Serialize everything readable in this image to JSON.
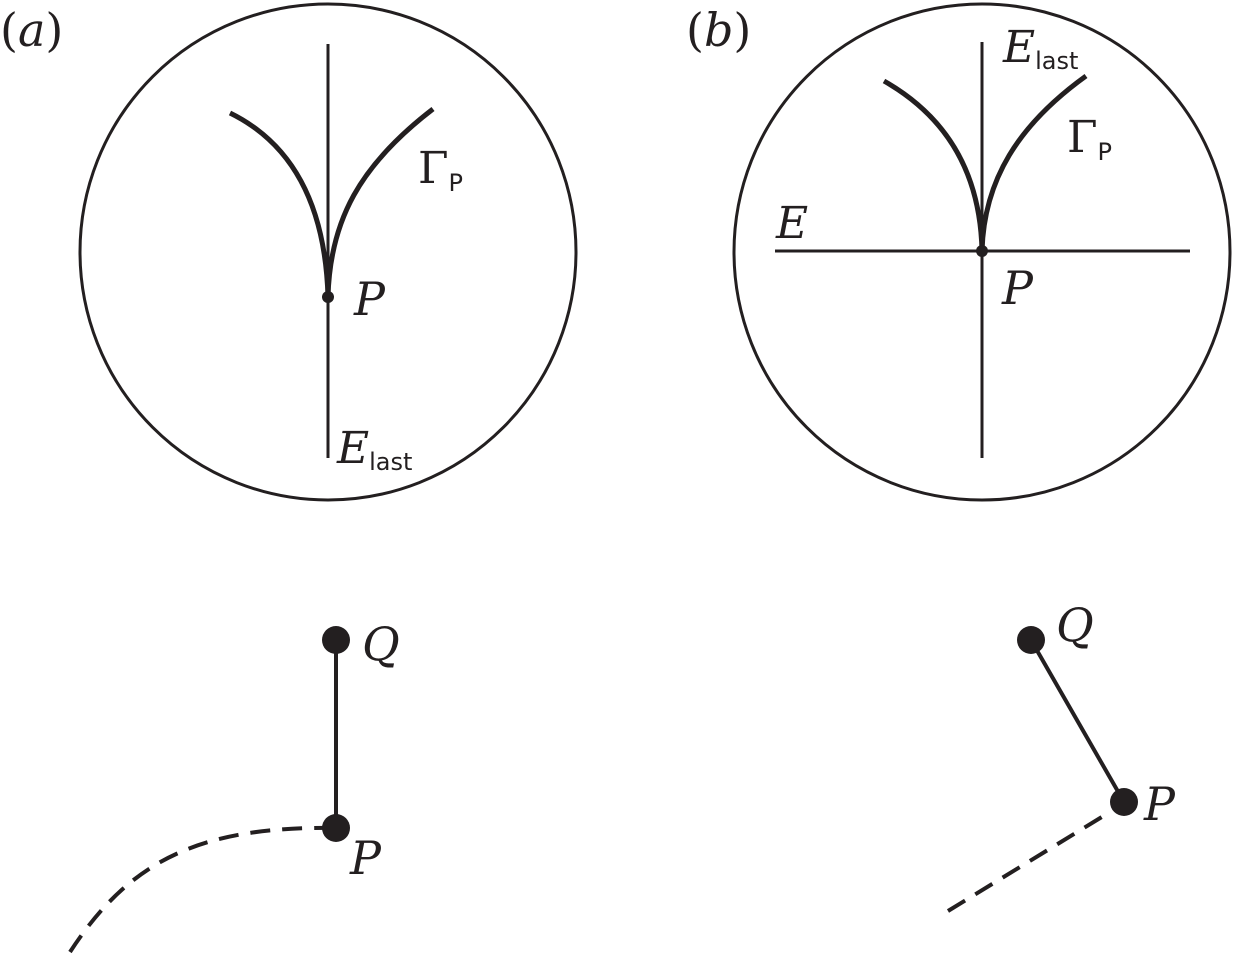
{
  "colors": {
    "ink": "#231f20",
    "background": "#ffffff"
  },
  "panel_a": {
    "tag_open": "(",
    "tag_letter": "a",
    "tag_close": ")",
    "gamma_label": "Γ",
    "gamma_sub": "P",
    "point_label": "P",
    "exceptional_label": "E",
    "exceptional_sub": "last",
    "tree_top_label": "Q",
    "tree_bottom_label": "P"
  },
  "panel_b": {
    "tag_open": "(",
    "tag_letter": "b",
    "tag_close": ")",
    "gamma_label": "Γ",
    "gamma_sub": "P",
    "point_label": "P",
    "exceptional_label": "E",
    "exceptional_sub": "last",
    "horizontal_label": "E",
    "tree_top_label": "Q",
    "tree_bottom_label": "P"
  }
}
